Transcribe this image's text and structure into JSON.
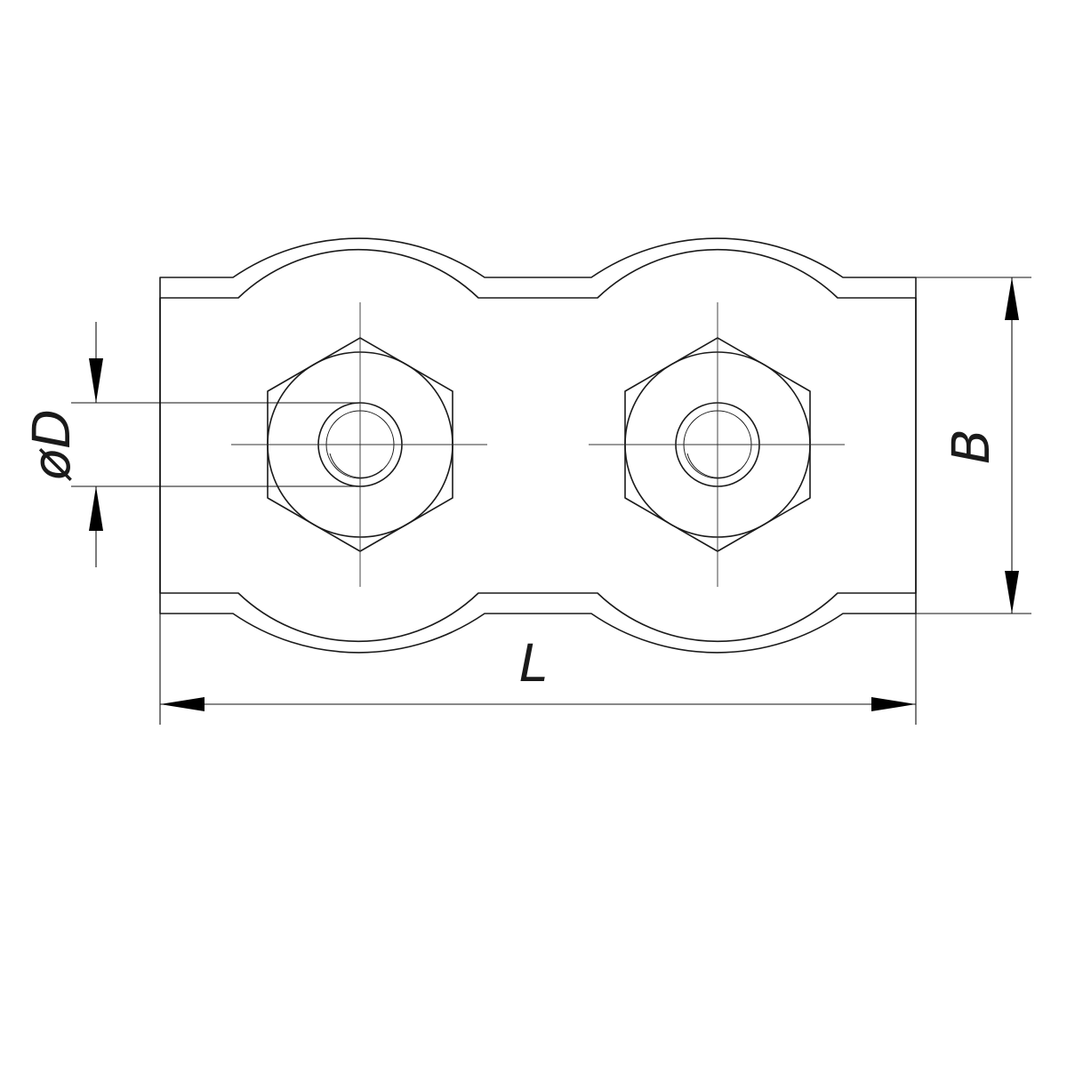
{
  "drawing": {
    "dimension_labels": {
      "diameter": "øD",
      "width": "B",
      "length": "L"
    },
    "colors": {
      "plate_fill_light": "#f4f9fe",
      "plate_fill_mid": "#ddedfb",
      "rim_fill": "#bfe0fb",
      "line": "#1a1a1a"
    }
  }
}
